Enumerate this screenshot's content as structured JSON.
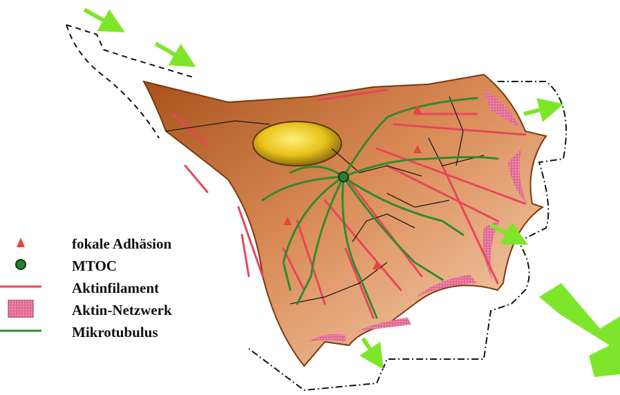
{
  "legend": {
    "items": [
      {
        "label": "fokale Adhäsion",
        "icon": "focal-adhesion-triangle-icon",
        "color": "#e8443a"
      },
      {
        "label": "MTOC",
        "icon": "mtoc-dot-icon",
        "color": "#2e7d32"
      },
      {
        "label": "Aktinfilament",
        "icon": "actin-filament-line-icon",
        "color": "#e8455a"
      },
      {
        "label": "Aktin-Netzwerk",
        "icon": "actin-network-square-icon",
        "color": "#d8507a"
      },
      {
        "label": "Mikrotubulus",
        "icon": "microtubule-line-icon",
        "color": "#2e8b2e"
      }
    ]
  },
  "colors": {
    "cell_body_dark": "#b5561c",
    "cell_body_light": "#f6d2b0",
    "nucleus": "#e8c21a",
    "actin": "#e8455a",
    "microtubule": "#2e8b2e",
    "migration_arrow": "#7ee62a"
  }
}
